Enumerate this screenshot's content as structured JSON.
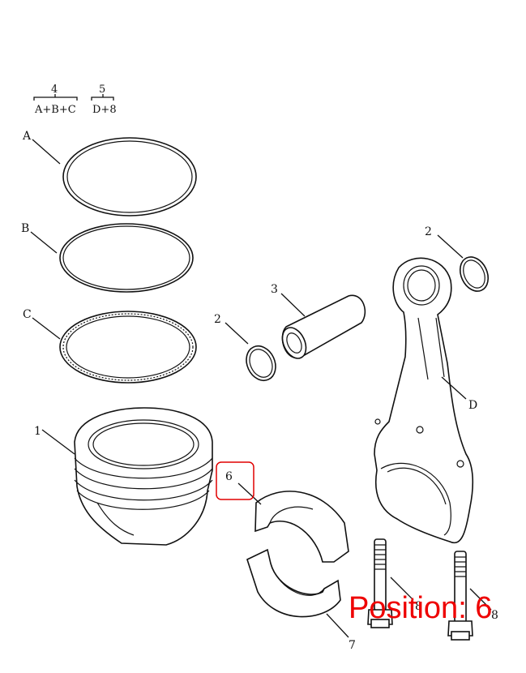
{
  "groups": [
    {
      "number": "4",
      "contents": "A+B+C"
    },
    {
      "number": "5",
      "contents": "D+8"
    }
  ],
  "callouts": {
    "ring_a": "A",
    "ring_b": "B",
    "ring_c": "C",
    "piston": "1",
    "circlip_left": "2",
    "circlip_right": "2",
    "piston_pin": "3",
    "connecting_rod": "D",
    "bearing_upper": "6",
    "bearing_lower": "7",
    "bolt_left": "8",
    "bolt_right": "8"
  },
  "highlight": {
    "callout": "6",
    "color": "#e00000"
  },
  "position_label": "Position: 6",
  "position_color": "#ee0000"
}
